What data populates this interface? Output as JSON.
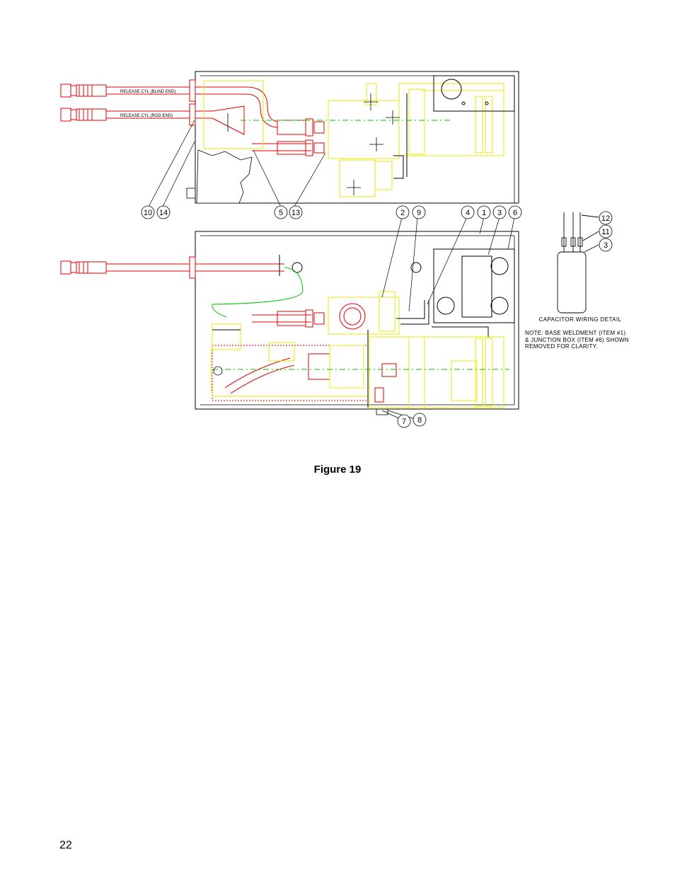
{
  "figure": {
    "caption": "Figure 19"
  },
  "page": {
    "number": "22"
  },
  "hose_labels": [
    "RELEASE CYL (BLIND END)",
    "RELEASE CYL (ROD END)"
  ],
  "callouts": [
    "10",
    "14",
    "5",
    "13",
    "2",
    "9",
    "4",
    "1",
    "3",
    "6",
    "12",
    "11",
    "3",
    "7",
    "8"
  ],
  "capacitor_detail": {
    "title": "CAPACITOR WIRING DETAIL",
    "note": "NOTE: BASE WELDMENT (ITEM #1) & JUNCTION BOX (ITEM #6) SHOWN REMOVED FOR CLARITY."
  },
  "colors": {
    "hose": "#e00000",
    "component": "#e8e800",
    "wire": "#00c800",
    "outline": "#000000"
  }
}
